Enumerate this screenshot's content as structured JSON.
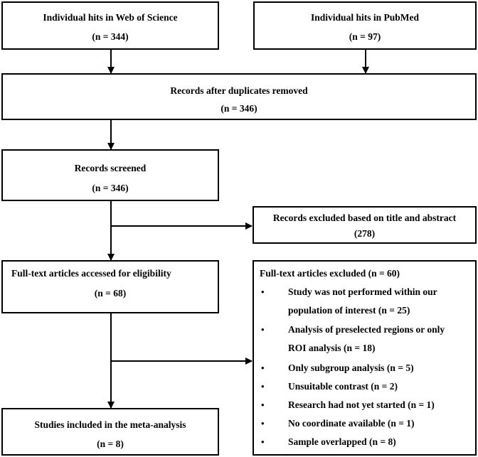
{
  "boxes": {
    "wos": {
      "title": "Individual hits in Web of Science",
      "count": "(n = 344)"
    },
    "pubmed": {
      "title": "Individual hits in PubMed",
      "count": "(n = 97)"
    },
    "dedup": {
      "title": "Records after duplicates removed",
      "count": "(n = 346)"
    },
    "screened": {
      "title": "Records screened",
      "count": "(n = 346)"
    },
    "excluded_title": {
      "title": "Records excluded based on title and abstract",
      "count": "(278)"
    },
    "fulltext": {
      "title": "Full-text articles accessed for eligibility",
      "count": "(n = 68)"
    },
    "fulltext_excluded": {
      "title": "Full-text articles excluded (n = 60)",
      "bullet": "•",
      "items": [
        {
          "line1": "Study was not performed within our",
          "line2": "population of interest (n = 25)"
        },
        {
          "line1": "Analysis of preselected regions or only",
          "line2": "ROI analysis (n = 18)"
        },
        {
          "line1": "Only subgroup analysis (n = 5)"
        },
        {
          "line1": "Unsuitable contrast (n = 2)"
        },
        {
          "line1": "Research had not yet started (n = 1)"
        },
        {
          "line1": "No coordinate available (n = 1)"
        },
        {
          "line1": "Sample overlapped (n = 8)"
        }
      ]
    },
    "included": {
      "title": "Studies included in the meta-analysis",
      "count": "(n = 8)"
    }
  }
}
